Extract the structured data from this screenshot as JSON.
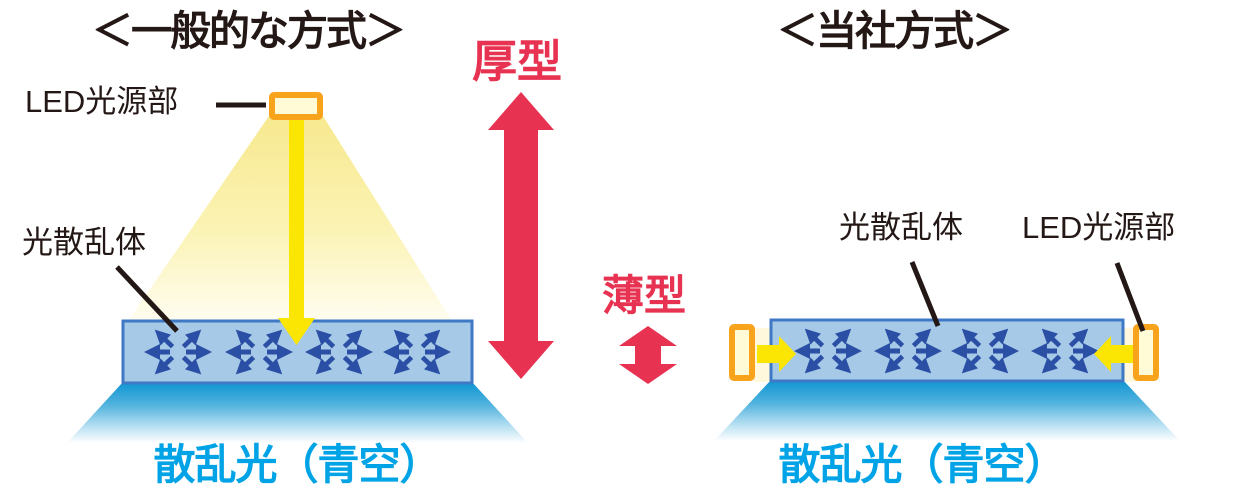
{
  "left_diagram": {
    "title": "＜一般的な方式＞",
    "led_source_label": "LED光源部",
    "scatterer_label": "光散乱体",
    "thickness_label": "厚型",
    "scattered_light_label": "散乱光（青空）"
  },
  "right_diagram": {
    "title": "＜当社方式＞",
    "led_source_label": "LED光源部",
    "scatterer_label": "光散乱体",
    "thickness_label": "薄型",
    "scattered_light_label": "散乱光（青空）"
  },
  "colors": {
    "text_black": "#231815",
    "accent_red": "#E73351",
    "sky_text_cyan": "#00A3E6",
    "led_border_orange": "#F7A41C",
    "led_fill_cream": "#FFFBD6",
    "beam_yellow": "#FBE503",
    "light_cone_yellow": "#F7E98F",
    "panel_fill_blue": "#A6C9E8",
    "panel_border_blue": "#3F79C5",
    "scatter_arrow_blue": "#2B4FA4",
    "glow_top_blue": "#0E94D2"
  }
}
